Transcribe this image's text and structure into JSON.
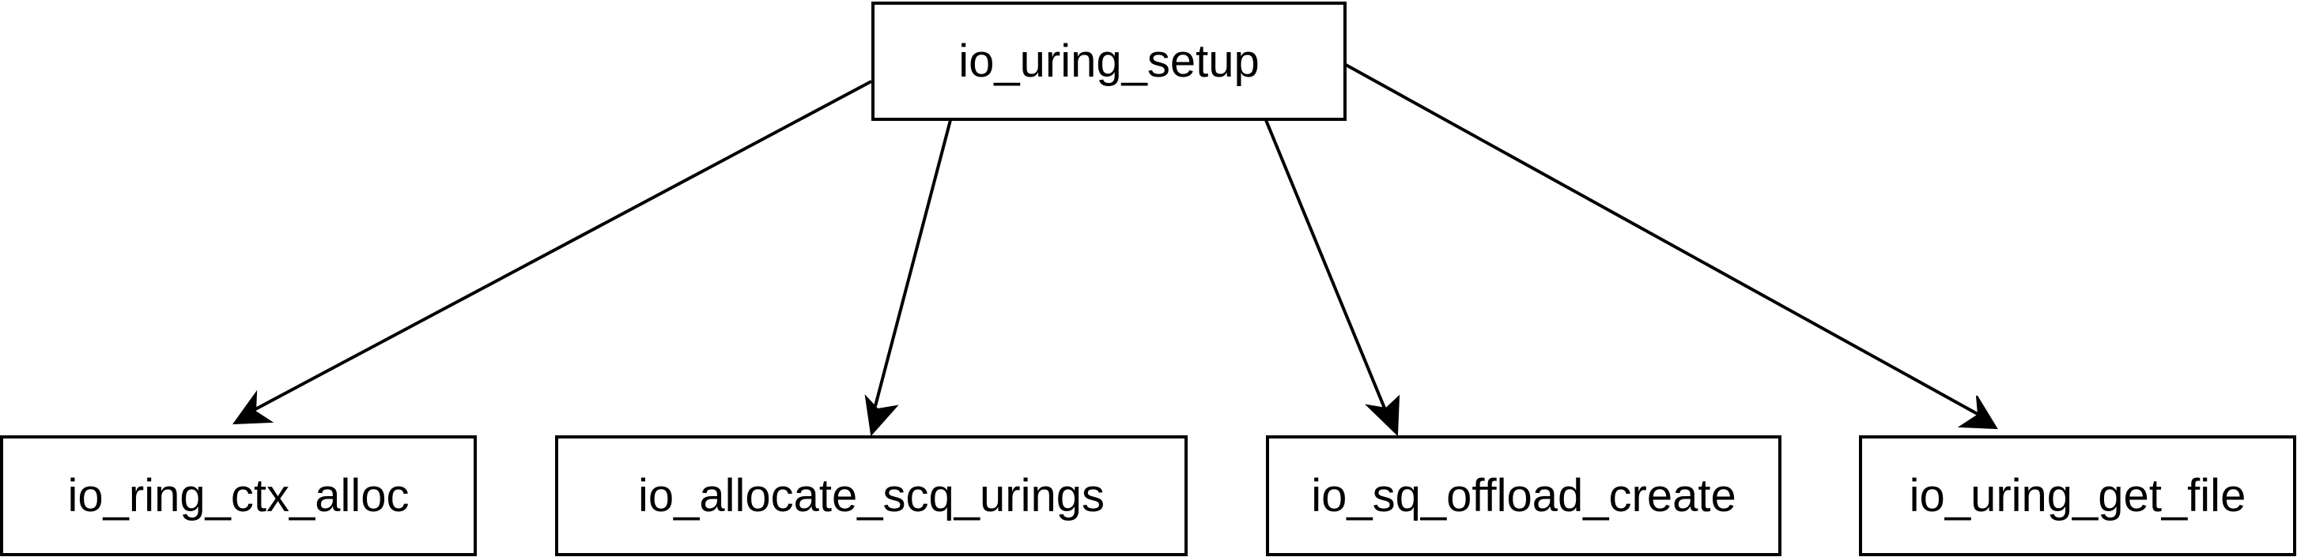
{
  "diagram": {
    "root": {
      "label": "io_uring_setup"
    },
    "children": [
      {
        "label": "io_ring_ctx_alloc"
      },
      {
        "label": "io_allocate_scq_urings"
      },
      {
        "label": "io_sq_offload_create"
      },
      {
        "label": "io_uring_get_file"
      }
    ],
    "edges": [
      {
        "from": "io_uring_setup",
        "to": "io_ring_ctx_alloc"
      },
      {
        "from": "io_uring_setup",
        "to": "io_allocate_scq_urings"
      },
      {
        "from": "io_uring_setup",
        "to": "io_sq_offload_create"
      },
      {
        "from": "io_uring_setup",
        "to": "io_uring_get_file"
      }
    ]
  }
}
